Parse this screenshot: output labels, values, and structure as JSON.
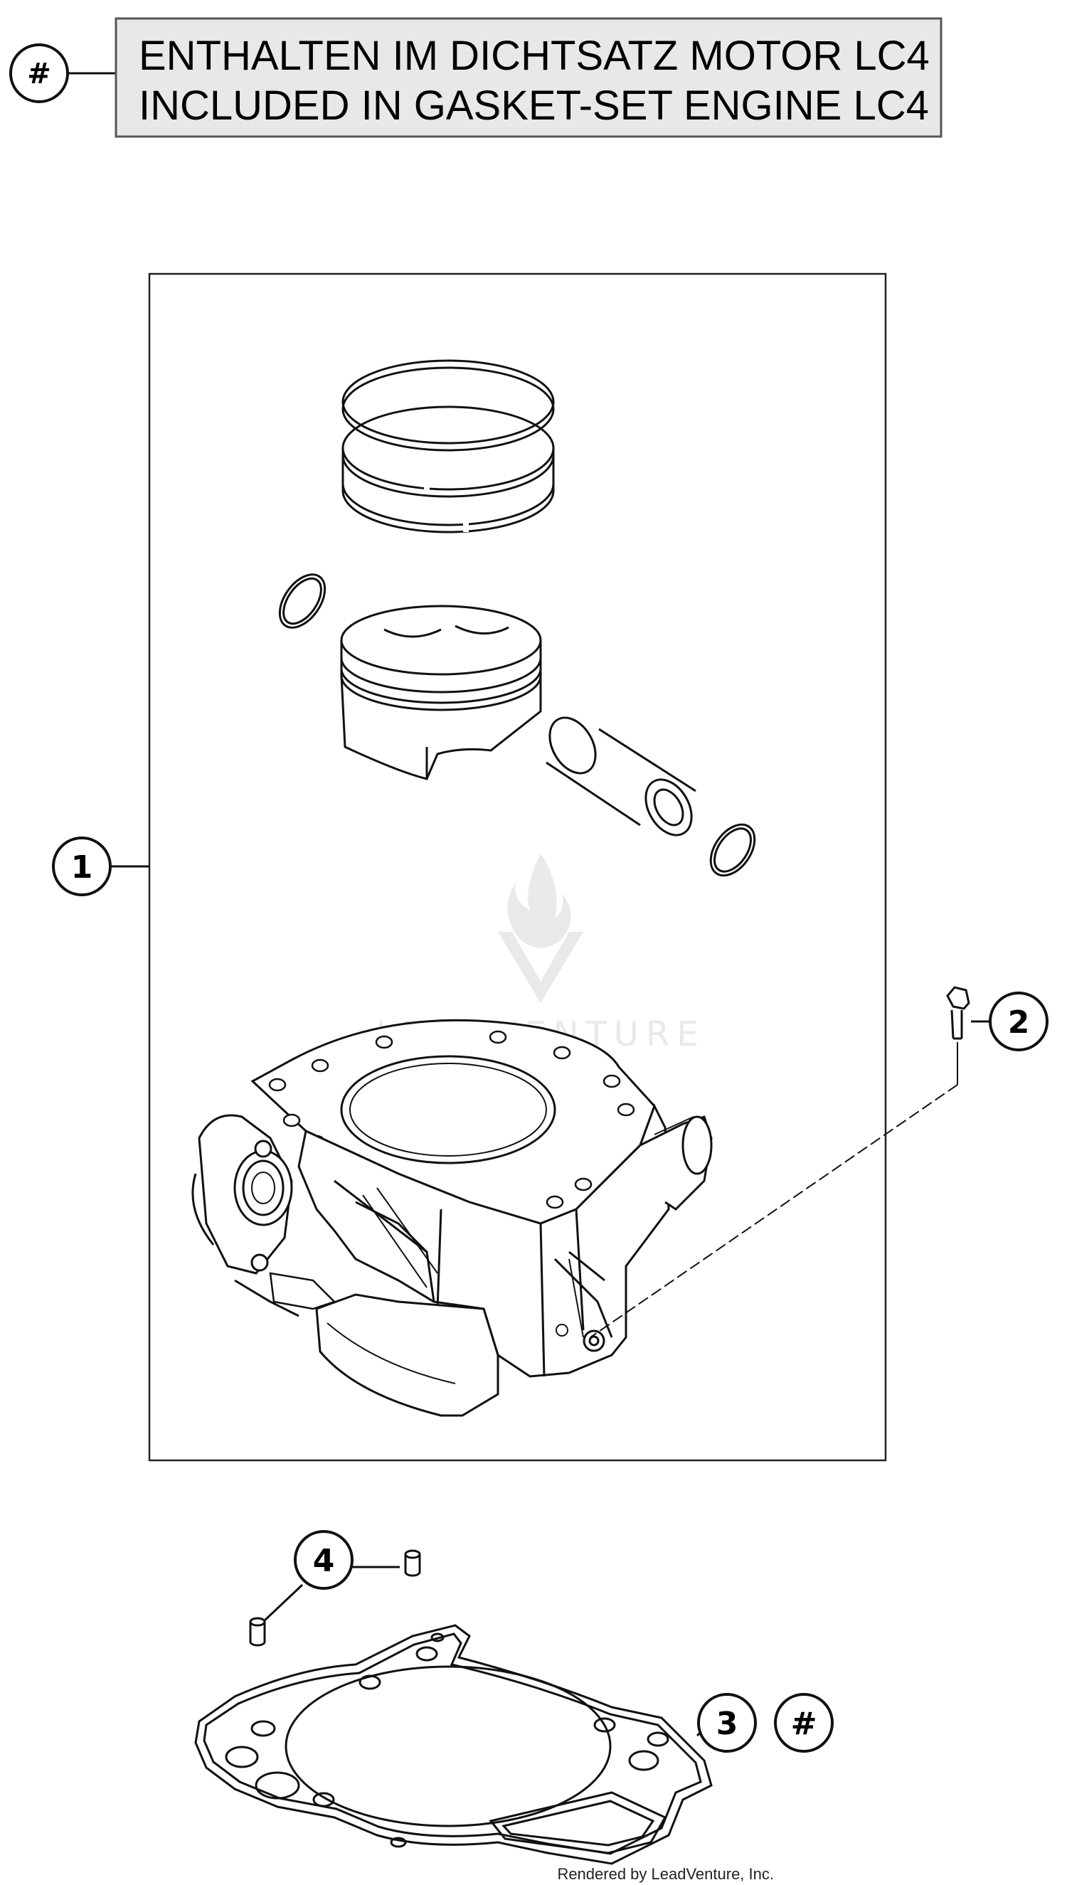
{
  "legend": {
    "marker": "#",
    "line1": "ENTHALTEN IM DICHTSATZ MOTOR LC4",
    "line2": "INCLUDED IN GASKET-SET ENGINE LC4"
  },
  "callouts": {
    "c1": "1",
    "c2": "2",
    "c3": "3",
    "c3_hash": "#",
    "c4": "4"
  },
  "watermark": "LEADVENTURE",
  "credit": "Rendered by LeadVenture, Inc."
}
